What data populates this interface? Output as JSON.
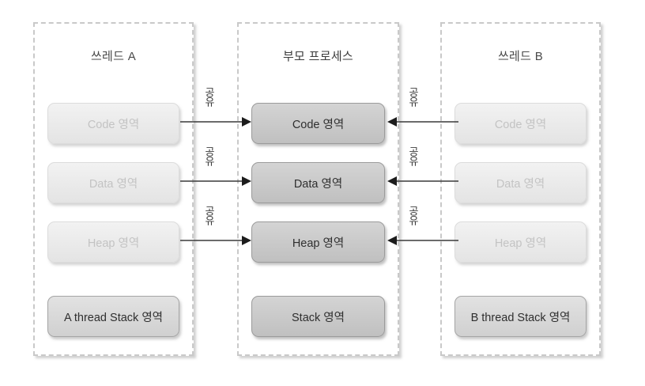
{
  "diagram": {
    "title_semantic": "thread-memory-sharing-diagram",
    "columns": [
      {
        "id": "thread-a",
        "title": "쓰레드 A",
        "boxes": [
          {
            "label": "Code 영역",
            "style": "faded"
          },
          {
            "label": "Data 영역",
            "style": "faded"
          },
          {
            "label": "Heap 영역",
            "style": "faded"
          },
          {
            "label": "A thread Stack 영역",
            "style": "stack-side"
          }
        ]
      },
      {
        "id": "parent-process",
        "title": "부모 프로세스",
        "boxes": [
          {
            "label": "Code 영역",
            "style": "solid"
          },
          {
            "label": "Data 영역",
            "style": "solid"
          },
          {
            "label": "Heap 영역",
            "style": "solid"
          },
          {
            "label": "Stack 영역",
            "style": "solid"
          }
        ]
      },
      {
        "id": "thread-b",
        "title": "쓰레드 B",
        "boxes": [
          {
            "label": "Code 영역",
            "style": "faded"
          },
          {
            "label": "Data 영역",
            "style": "faded"
          },
          {
            "label": "Heap 영역",
            "style": "faded"
          },
          {
            "label": "B thread Stack 영역",
            "style": "stack-side"
          }
        ]
      }
    ],
    "connections": {
      "share_label": "공유",
      "left_to_center": [
        {
          "row": "code",
          "label": "공유",
          "direction": "right"
        },
        {
          "row": "data",
          "label": "공유",
          "direction": "right"
        },
        {
          "row": "heap",
          "label": "공유",
          "direction": "right"
        }
      ],
      "right_to_center": [
        {
          "row": "code",
          "label": "공유",
          "direction": "left"
        },
        {
          "row": "data",
          "label": "공유",
          "direction": "left"
        },
        {
          "row": "heap",
          "label": "공유",
          "direction": "left"
        }
      ]
    },
    "colors": {
      "background": "#ffffff",
      "column_border": "#c9c9c9",
      "solid_box_fill": "#c9c9c9",
      "solid_box_border": "#9b9b9b",
      "faded_box_fill": "#eaeaea",
      "faded_box_text": "#c3c3c3",
      "dark_text": "#2f2f2f",
      "arrow": "#3a3a3a"
    }
  }
}
